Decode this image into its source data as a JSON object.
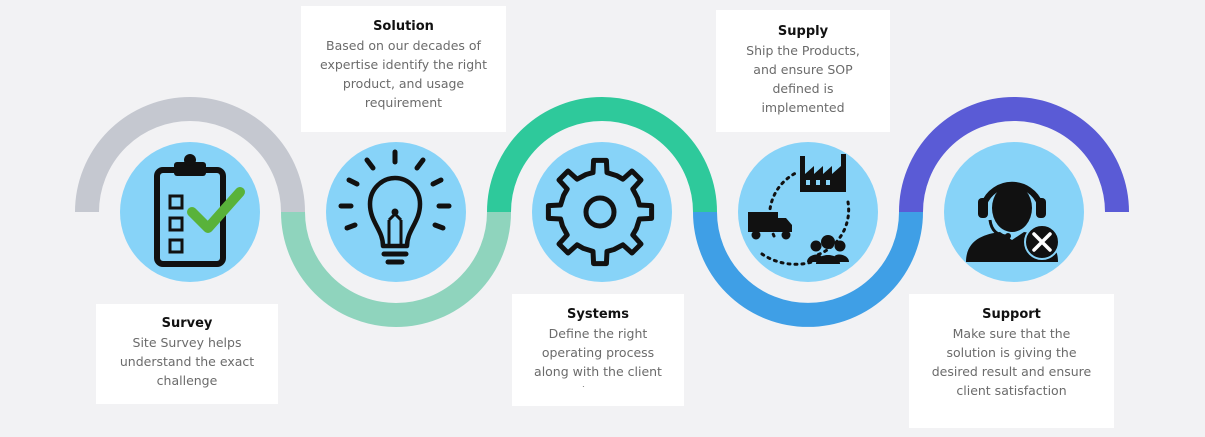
{
  "steps": [
    {
      "id": "survey",
      "title": "Survey",
      "description": "Site Survey helps understand the exact challenge",
      "icon": "clipboard-checklist-icon",
      "arc_color": "#c5c8d0",
      "arc_side": "top"
    },
    {
      "id": "solution",
      "title": "Solution",
      "description": "Based on our decades of expertise identify the right product, and usage requirement",
      "icon": "lightbulb-icon",
      "arc_color": "#8fd4bd",
      "arc_side": "bottom"
    },
    {
      "id": "systems",
      "title": "Systems",
      "description": "Define the right operating process along with the client team",
      "icon": "gear-icon",
      "arc_color": "#2ec99b",
      "arc_side": "top"
    },
    {
      "id": "supply",
      "title": "Supply",
      "description": "Ship the Products, and ensure SOP defined is implemented",
      "icon": "supply-chain-icon",
      "arc_color": "#3f9fe6",
      "arc_side": "bottom"
    },
    {
      "id": "support",
      "title": "Support",
      "description": "Make sure that the solution is giving the desired result and ensure client satisfaction",
      "icon": "support-agent-icon",
      "arc_color": "#5a5bd6",
      "arc_side": "top"
    }
  ],
  "colors": {
    "background": "#f2f2f4",
    "circle_fill": "#87d3f8",
    "icon_ink": "#111111",
    "check_green": "#59b23a"
  }
}
